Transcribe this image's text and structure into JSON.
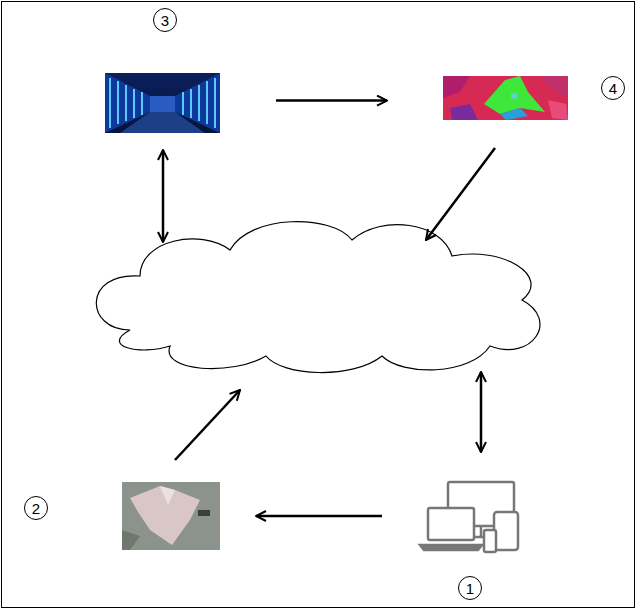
{
  "diagram": {
    "nodes": [
      {
        "text": [
          "3"
        ]
      },
      {
        "text": [
          "4"
        ]
      },
      {
        "text": [
          "2"
        ]
      },
      {
        "text": [
          "1"
        ]
      }
    ],
    "edges": [
      {
        "from": 0,
        "to": 1,
        "arrow": "to"
      },
      {
        "from": 3,
        "to": 2,
        "arrow": "to"
      }
    ]
  }
}
